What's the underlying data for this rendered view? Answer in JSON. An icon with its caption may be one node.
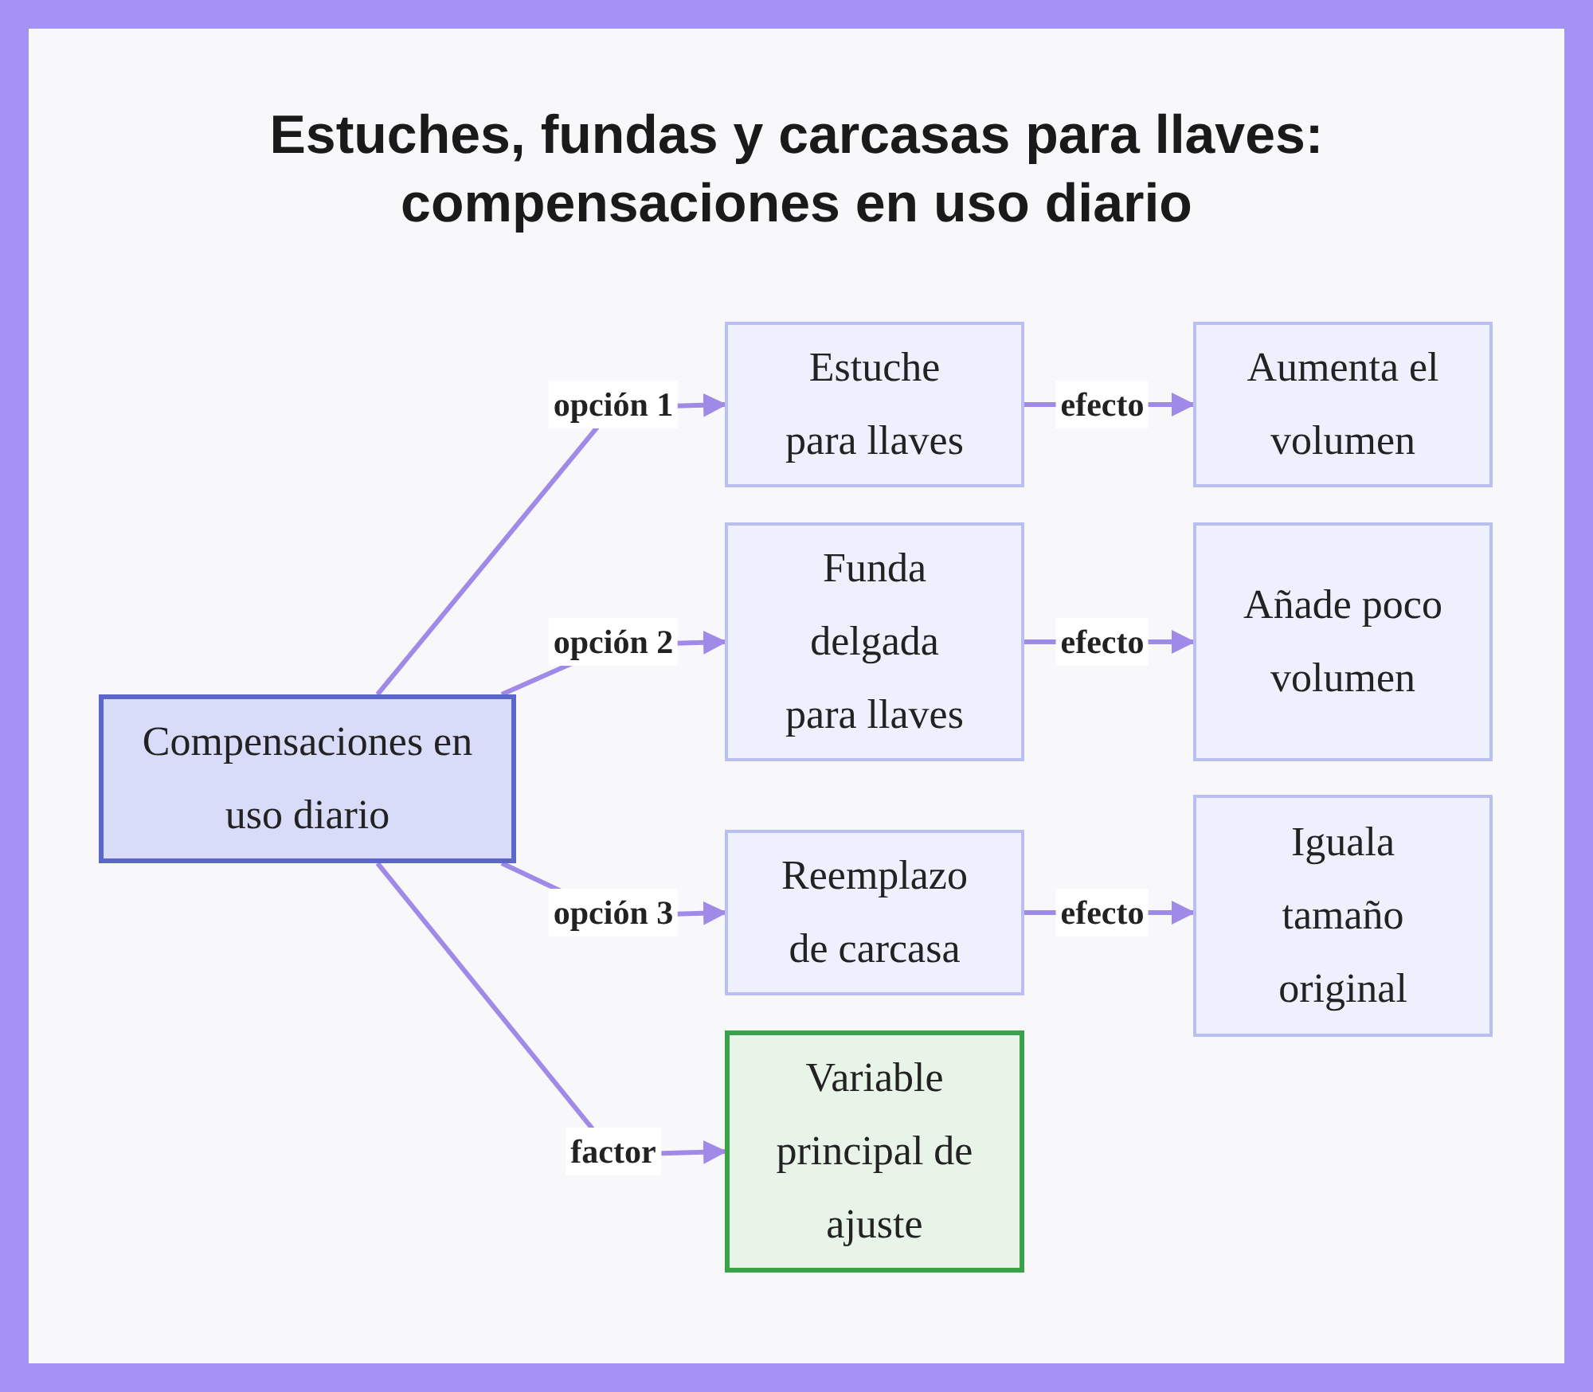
{
  "diagram": {
    "title": "Estuches, fundas y carcasas para llaves: compensaciones en uso diario",
    "nodes": [
      {
        "text": [
          "Compensaciones en uso diario"
        ]
      },
      {
        "text": [
          "Estuche para llaves"
        ]
      },
      {
        "text": [
          "Aumenta el volumen"
        ]
      },
      {
        "text": [
          "Funda delgada para llaves"
        ]
      },
      {
        "text": [
          "Añade poco volumen"
        ]
      },
      {
        "text": [
          "Reemplazo de carcasa"
        ]
      },
      {
        "text": [
          "Iguala tamaño original"
        ]
      },
      {
        "text": [
          "Variable principal de ajuste"
        ]
      }
    ],
    "edges": [
      {
        "from": 0,
        "to": 1,
        "arrow": "to",
        "label": "opción 1"
      },
      {
        "from": 1,
        "to": 2,
        "arrow": "to",
        "label": "efecto"
      },
      {
        "from": 0,
        "to": 3,
        "arrow": "to",
        "label": "opción 2"
      },
      {
        "from": 3,
        "to": 4,
        "arrow": "to",
        "label": "efecto"
      },
      {
        "from": 0,
        "to": 5,
        "arrow": "to",
        "label": "opción 3"
      },
      {
        "from": 5,
        "to": 6,
        "arrow": "to",
        "label": "efecto"
      },
      {
        "from": 0,
        "to": 7,
        "arrow": "to",
        "label": "factor"
      }
    ]
  }
}
